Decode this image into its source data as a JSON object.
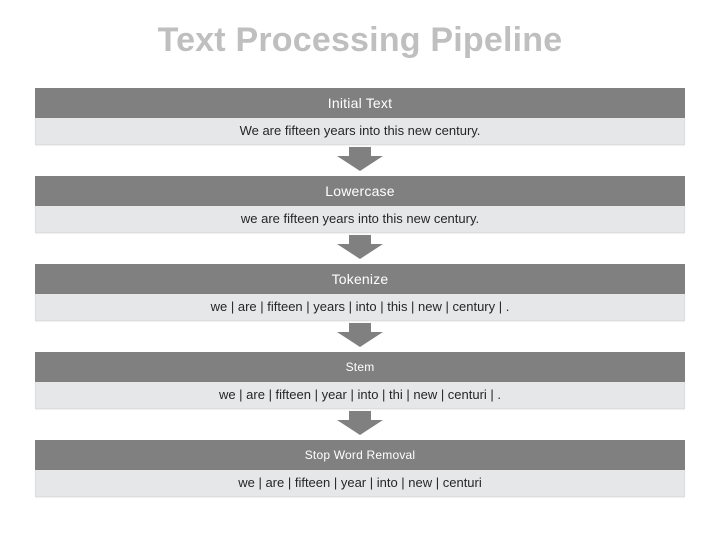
{
  "slide": {
    "title": "Text Processing Pipeline",
    "title_color": "#bfbfbf",
    "background_color": "#ffffff"
  },
  "theme": {
    "header_bar_color": "#808080",
    "header_text_color": "#ffffff",
    "body_bar_color": "#e6e7e8",
    "body_text_color": "#262626",
    "arrow_color": "#808080"
  },
  "pipeline": {
    "stages": [
      {
        "label": "Initial Text",
        "text": "We are fifteen years into this new century.",
        "arrow_icon": "arrow-down-icon"
      },
      {
        "label": "Lowercase",
        "text": "we are fifteen years into this new century.",
        "arrow_icon": "arrow-down-icon"
      },
      {
        "label": "Tokenize",
        "text": "we | are | fifteen | years | into | this | new | century | .",
        "arrow_icon": "arrow-down-icon"
      },
      {
        "label": "Stem",
        "text": "we | are | fifteen | year | into | thi | new | centuri | .",
        "arrow_icon": "arrow-down-icon"
      },
      {
        "label": "Stop Word Removal",
        "text": "we | are | fifteen | year | into | new | centuri",
        "arrow_icon": null
      }
    ]
  }
}
